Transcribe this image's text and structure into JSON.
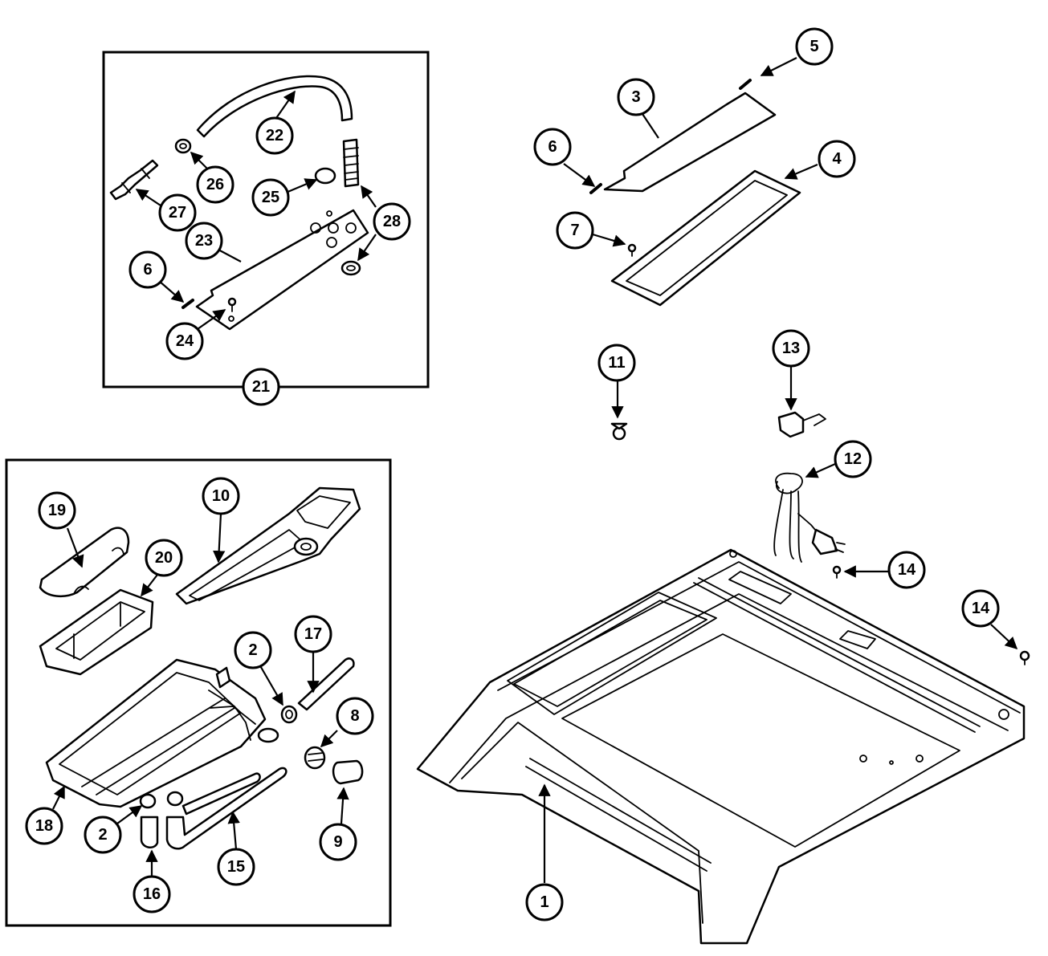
{
  "diagram": {
    "callouts": [
      "1",
      "2",
      "3",
      "4",
      "5",
      "6",
      "7",
      "8",
      "9",
      "10",
      "11",
      "12",
      "13",
      "14",
      "15",
      "16",
      "17",
      "18",
      "19",
      "20",
      "21",
      "22",
      "23",
      "24",
      "25",
      "26",
      "27",
      "28"
    ]
  },
  "labels": {
    "c1": "1",
    "c2a": "2",
    "c2b": "2",
    "c3": "3",
    "c4": "4",
    "c5": "5",
    "c6a": "6",
    "c6b": "6",
    "c7": "7",
    "c8": "8",
    "c9": "9",
    "c10": "10",
    "c11": "11",
    "c12": "12",
    "c13": "13",
    "c14a": "14",
    "c14b": "14",
    "c15": "15",
    "c16": "16",
    "c17": "17",
    "c18": "18",
    "c19": "19",
    "c20": "20",
    "c21": "21",
    "c22": "22",
    "c23": "23",
    "c24": "24",
    "c25": "25",
    "c26": "26",
    "c27": "27",
    "c28": "28"
  }
}
